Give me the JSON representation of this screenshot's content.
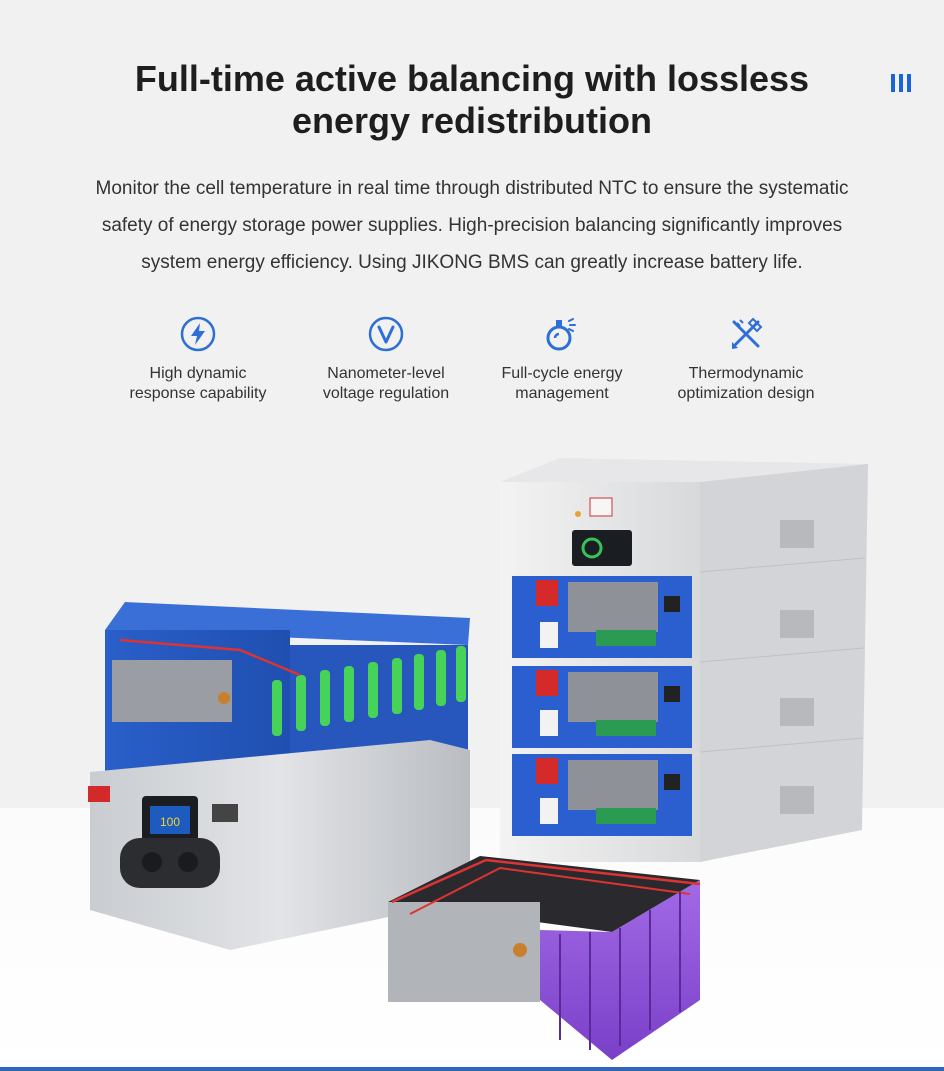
{
  "header": {
    "title_line1": "Full-time active balancing with lossless",
    "title_line2": "energy redistribution",
    "menu_icon": "menu-bars-icon"
  },
  "description": {
    "line1": "Monitor the cell temperature in real time through distributed NTC to ensure the systematic",
    "line2": "safety of energy storage power supplies. High-precision balancing significantly improves",
    "line3": "system energy efficiency. Using JIKONG BMS can greatly increase battery life."
  },
  "features": [
    {
      "icon": "lightning-icon",
      "line1": "High dynamic",
      "line2": "response capability"
    },
    {
      "icon": "voltage-v-icon",
      "line1": "Nanometer-level",
      "line2": "voltage regulation"
    },
    {
      "icon": "energy-flask-icon",
      "line1": "Full-cycle energy",
      "line2": "management"
    },
    {
      "icon": "tools-icon",
      "line1": "Thermodynamic",
      "line2": "optimization design"
    }
  ],
  "product_image": {
    "display_reading": "100"
  },
  "colors": {
    "accent": "#1a63d8",
    "icon_blue": "#2d6fd6",
    "battery_blue": "#2a5fc9",
    "battery_purple": "#8b4bd6",
    "bottom_line": "#2f66b8"
  }
}
